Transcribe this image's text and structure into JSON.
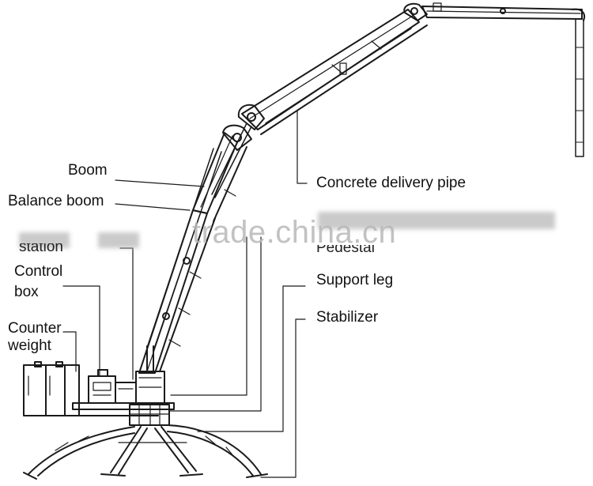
{
  "labels": {
    "boom": "Boom",
    "balance_boom": "Balance boom",
    "station_partial": "station",
    "control_box_line1": "Control",
    "control_box_line2": "box",
    "counter_weight_line1": "Counter",
    "counter_weight_line2": "weight",
    "concrete_delivery_pipe": "Concrete delivery pipe",
    "pedestal_partial": "Pedestal",
    "support_leg": "Support leg",
    "stabilizer": "Stabilizer"
  },
  "watermark": "trade.china.cn",
  "colors": {
    "line": "#1a1a1a",
    "label": "#111111",
    "watermark": "#b8b8b8"
  }
}
